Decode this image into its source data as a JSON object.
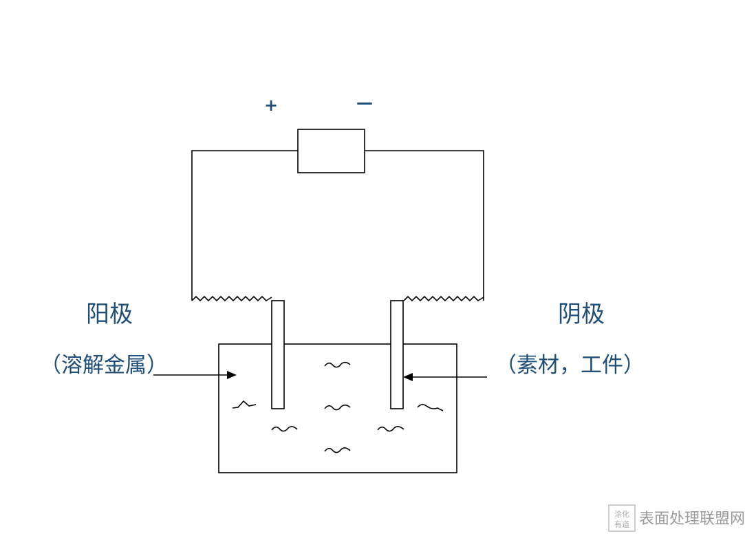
{
  "diagram": {
    "positive_sign": "+",
    "negative_sign": "—",
    "anode": {
      "title": "阳极",
      "subtitle": "（溶解金属）"
    },
    "cathode": {
      "title": "阴极",
      "subtitle": "（素材，工件）"
    }
  },
  "watermark": {
    "seal_line1": "涂化",
    "seal_line2": "有道",
    "text": "表面处理联盟网"
  },
  "colors": {
    "label": "#1f4e79",
    "line": "#000000",
    "watermark": "#9a9a9a"
  }
}
